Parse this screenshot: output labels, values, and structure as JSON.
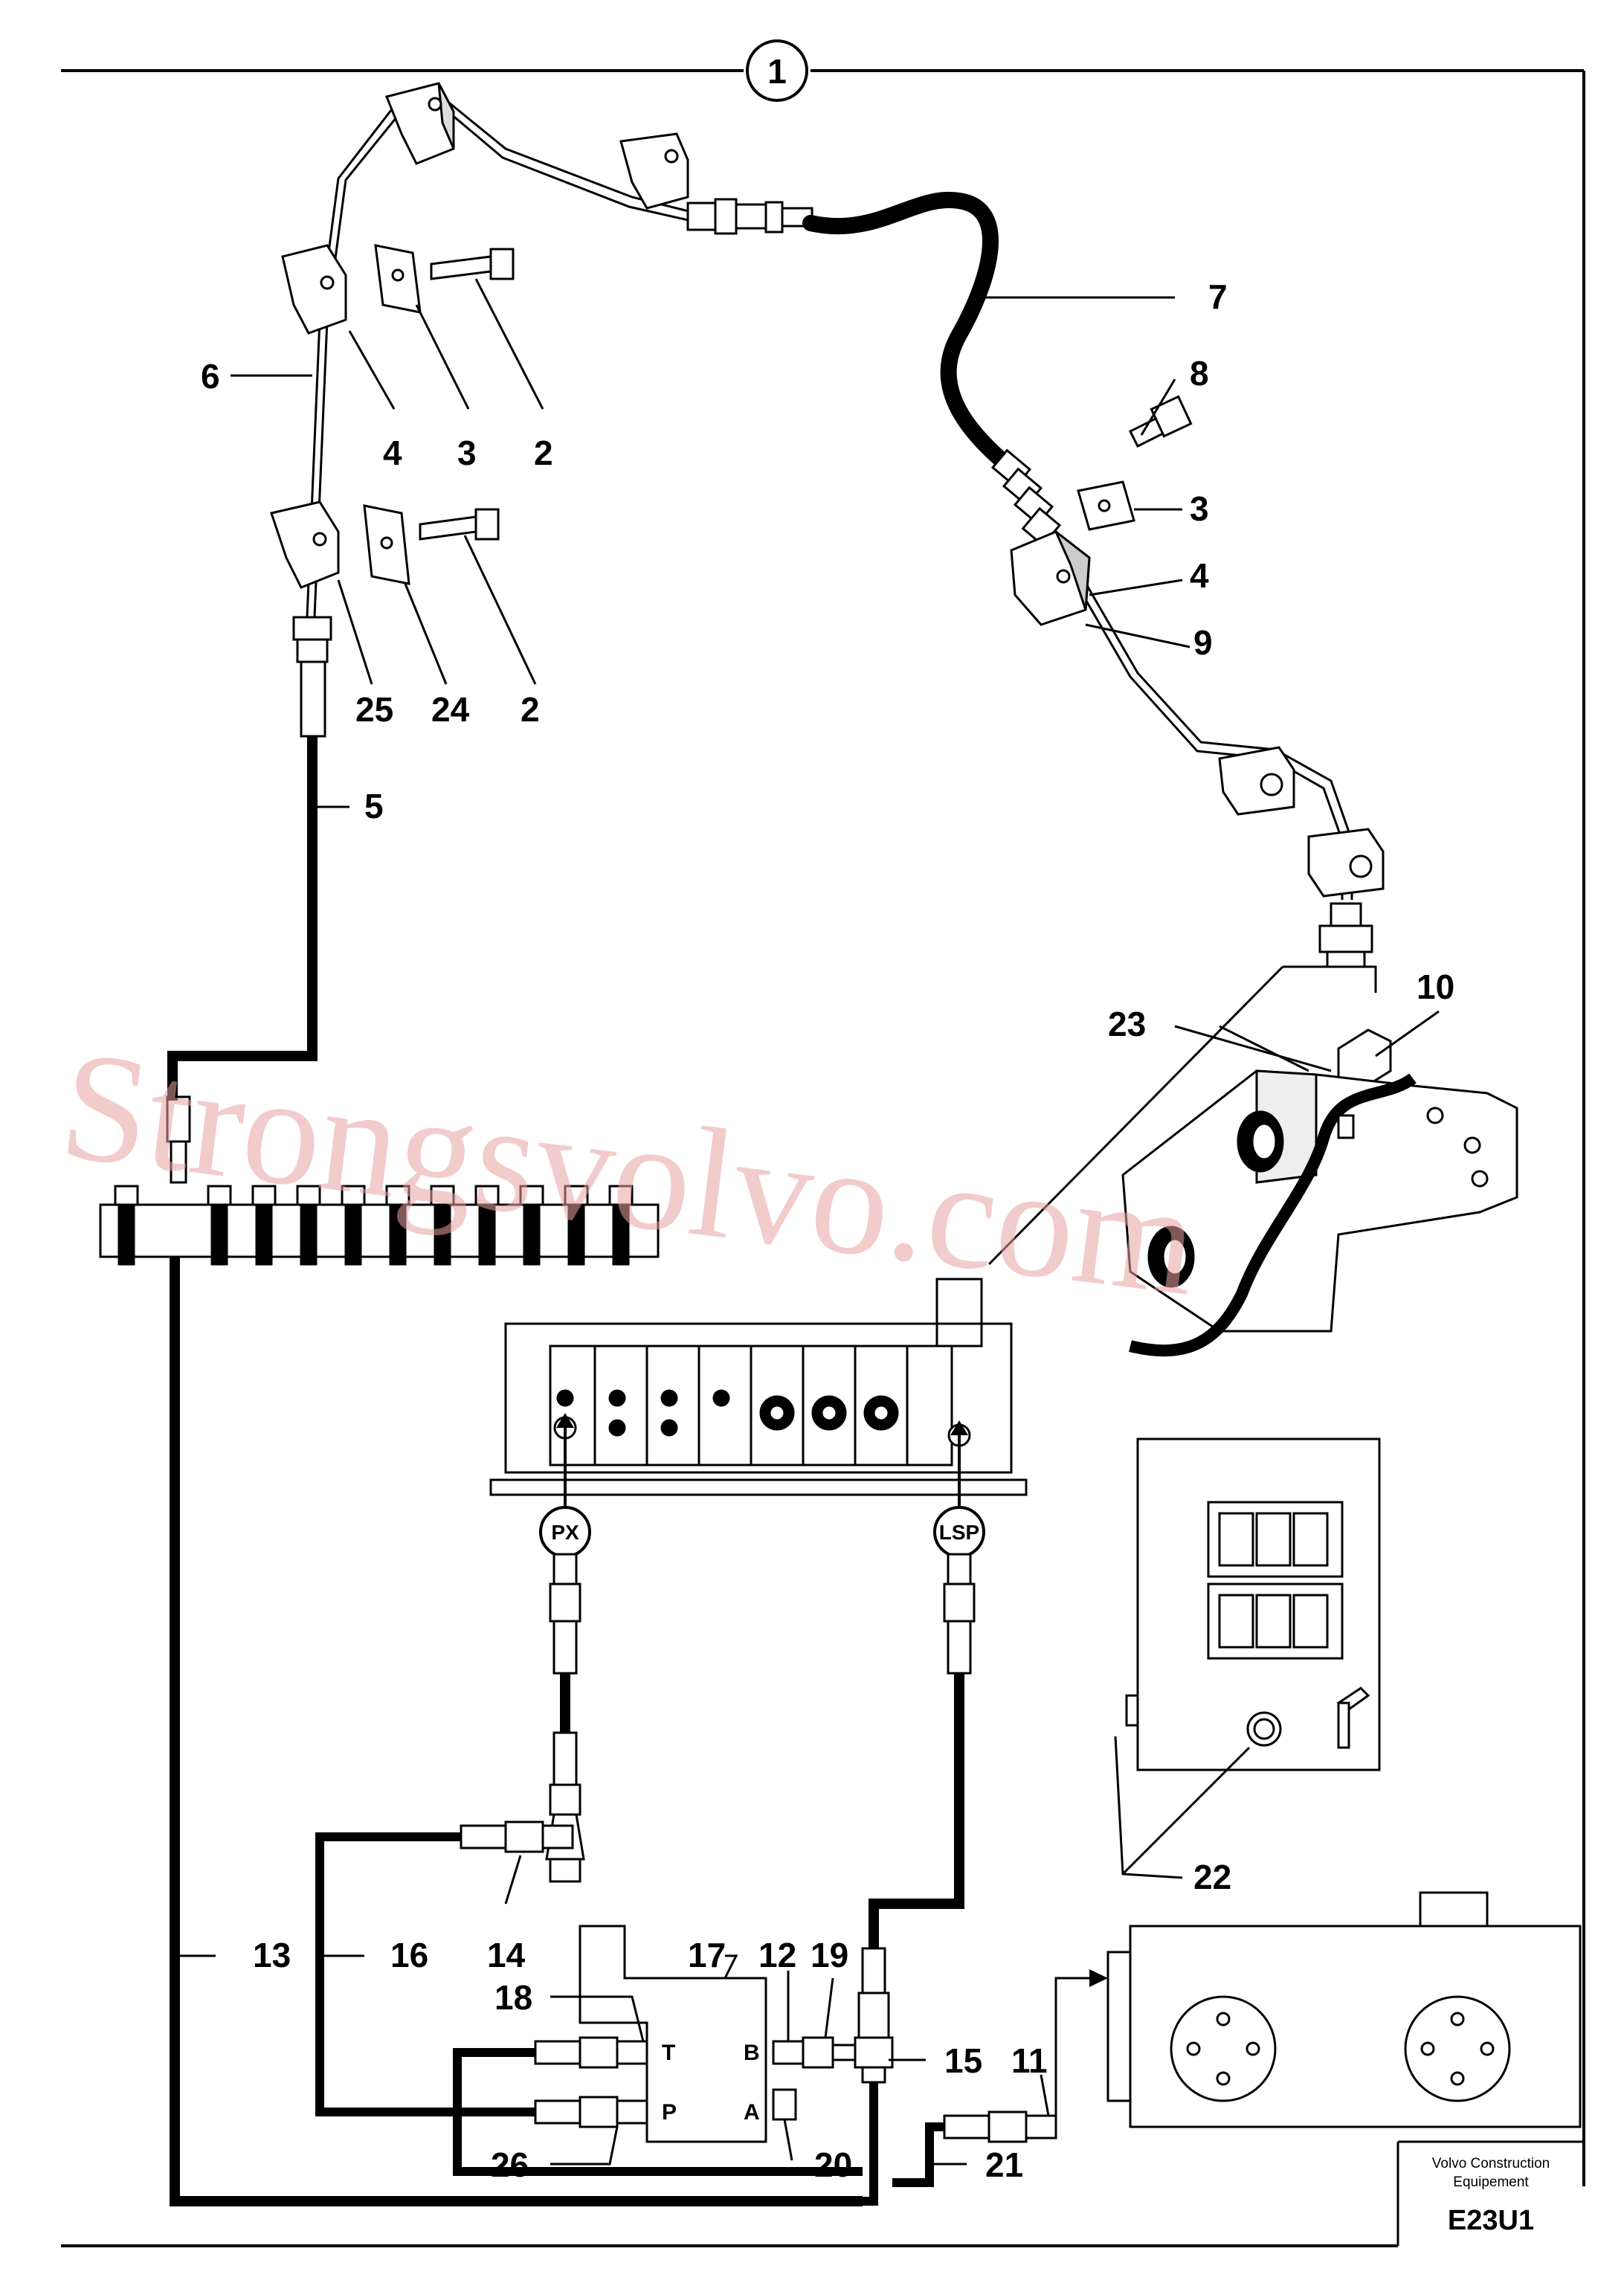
{
  "sheet": {
    "section_number": "1",
    "footer_company_line1": "Volvo Construction",
    "footer_company_line2": "Equipement",
    "footer_code": "E23U1",
    "watermark": "Strongsvolvo.com"
  },
  "ports": {
    "px": "PX",
    "lsp": "LSP",
    "valve_t": "T",
    "valve_p": "P",
    "valve_b": "B",
    "valve_a": "A"
  },
  "callouts": [
    {
      "id": "c7",
      "label": "7"
    },
    {
      "id": "c6",
      "label": "6"
    },
    {
      "id": "c4a",
      "label": "4"
    },
    {
      "id": "c3a",
      "label": "3"
    },
    {
      "id": "c2a",
      "label": "2"
    },
    {
      "id": "c8",
      "label": "8"
    },
    {
      "id": "c3b",
      "label": "3"
    },
    {
      "id": "c4b",
      "label": "4"
    },
    {
      "id": "c9",
      "label": "9"
    },
    {
      "id": "c25",
      "label": "25"
    },
    {
      "id": "c24",
      "label": "24"
    },
    {
      "id": "c2b",
      "label": "2"
    },
    {
      "id": "c5",
      "label": "5"
    },
    {
      "id": "c10",
      "label": "10"
    },
    {
      "id": "c23",
      "label": "23"
    },
    {
      "id": "c22",
      "label": "22"
    },
    {
      "id": "c13",
      "label": "13"
    },
    {
      "id": "c16",
      "label": "16"
    },
    {
      "id": "c14",
      "label": "14"
    },
    {
      "id": "c17",
      "label": "17"
    },
    {
      "id": "c12",
      "label": "12"
    },
    {
      "id": "c19",
      "label": "19"
    },
    {
      "id": "c18",
      "label": "18"
    },
    {
      "id": "c15",
      "label": "15"
    },
    {
      "id": "c11",
      "label": "11"
    },
    {
      "id": "c26",
      "label": "26"
    },
    {
      "id": "c20",
      "label": "20"
    },
    {
      "id": "c21",
      "label": "21"
    }
  ]
}
